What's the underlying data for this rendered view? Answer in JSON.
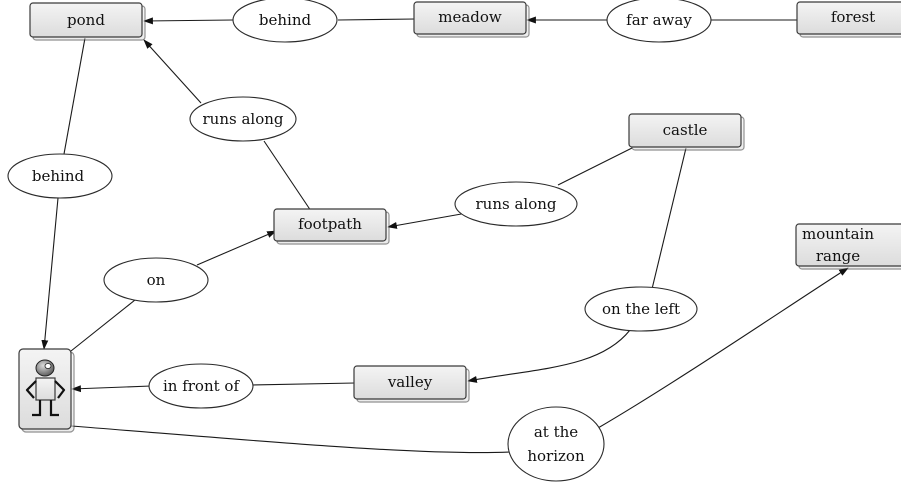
{
  "nodes": {
    "pond": "pond",
    "meadow": "meadow",
    "forest": "forest",
    "castle": "castle",
    "footpath": "footpath",
    "mountain_range": [
      "mountain",
      "range"
    ],
    "valley": "valley"
  },
  "relations": {
    "pond_meadow": "behind",
    "meadow_forest": "far away",
    "footpath_pond": "runs along",
    "pond_person": "behind",
    "castle_footpath": "runs along",
    "person_footpath": "on",
    "castle_valley": "on the left",
    "valley_person": "in front of",
    "person_mountain": [
      "at the",
      "horizon"
    ]
  },
  "person_icon": "person-figure-icon"
}
